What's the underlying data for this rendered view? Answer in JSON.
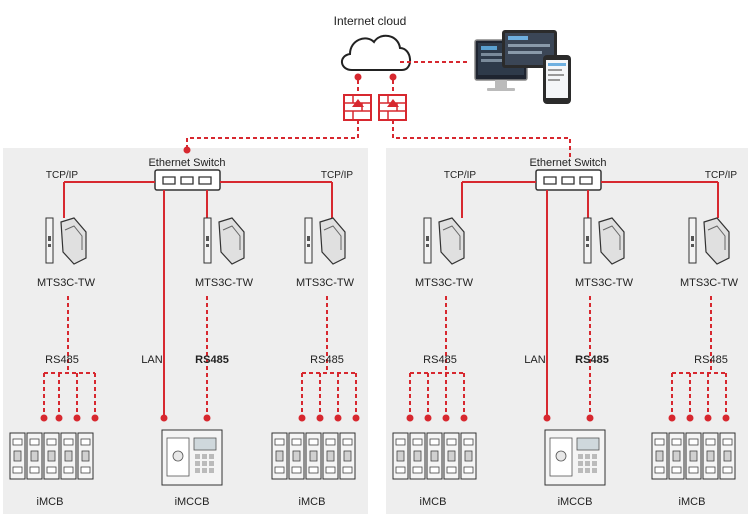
{
  "title": "Internet cloud",
  "colors": {
    "accent": "#d7282f",
    "panel": "#eeeeee",
    "device": "#f4f4f4",
    "outline": "#333333"
  },
  "icons": [
    "cloud-icon",
    "firewall-icon",
    "monitor-icon",
    "tablet-icon",
    "phone-icon",
    "ethernet-switch-icon",
    "gateway-module-icon",
    "mcb-breaker-icon",
    "mccb-breaker-icon"
  ],
  "groups": [
    {
      "switch_label": "Ethernet Switch",
      "tcp_left": "TCP/IP",
      "tcp_right": "TCP/IP",
      "gateways": [
        "MTS3C-TW",
        "MTS3C-TW",
        "MTS3C-TW"
      ],
      "rs485_labels": [
        "RS485",
        "RS485",
        "RS485"
      ],
      "lan_label": "LAN",
      "devices": [
        "iMCB",
        "iMCCB",
        "iMCB"
      ]
    },
    {
      "switch_label": "Ethernet Switch",
      "tcp_left": "TCP/IP",
      "tcp_right": "TCP/IP",
      "gateways": [
        "MTS3C-TW",
        "MTS3C-TW",
        "MTS3C-TW"
      ],
      "rs485_labels": [
        "RS485",
        "RS485",
        "RS485"
      ],
      "lan_label": "LAN",
      "devices": [
        "iMCB",
        "iMCCB",
        "iMCB"
      ]
    }
  ]
}
